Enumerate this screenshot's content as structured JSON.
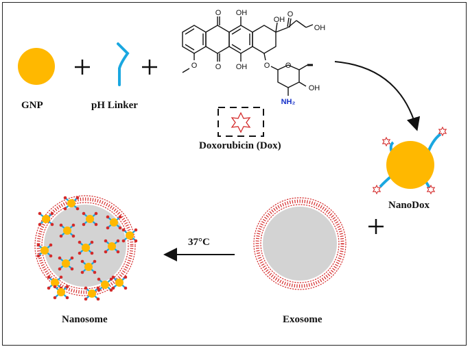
{
  "labels": {
    "gnp": "GNP",
    "linker": "pH Linker",
    "dox": "Doxorubicin (Dox)",
    "nanodox": "NanoDox",
    "exosome": "Exosome",
    "nanosome": "Nanosome",
    "temperature": "37°C"
  },
  "molecule": {
    "o_top_left": "O",
    "oh_top_center": "OH",
    "oh_top_right": "OH",
    "o_ketone": "O",
    "oh_terminal": "OH",
    "o_bottom_left": "O",
    "oh_bottom_center": "OH",
    "o_glycoside": "O",
    "o_ring": "O",
    "oh_sugar": "OH",
    "nh2": "NH₂"
  },
  "colors": {
    "gold": "#FFB800",
    "linker": "#1AA7E0",
    "membrane": "#D42A2A",
    "exosome_core": "#D3D3D3",
    "amine": "#1530C8"
  }
}
